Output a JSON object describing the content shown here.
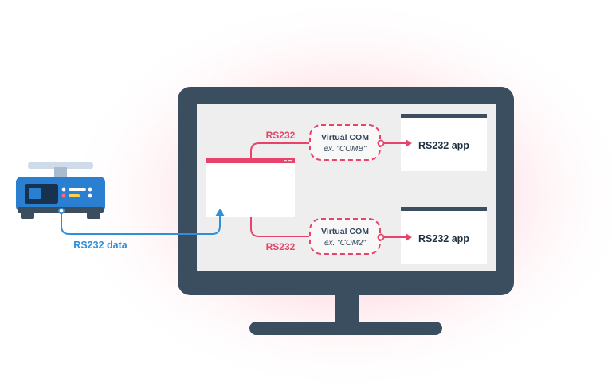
{
  "labels": {
    "rs232_top": "RS232",
    "rs232_bottom": "RS232",
    "rs232_data": "RS232 data"
  },
  "virtual_ports": [
    {
      "title": "Virtual COM",
      "example": "ex. \"COMB\""
    },
    {
      "title": "Virtual COM",
      "example": "ex. \"COM2\""
    }
  ],
  "apps": [
    {
      "label": "RS232 app"
    },
    {
      "label": "RS232 app"
    }
  ],
  "colors": {
    "accent_pink": "#e8436a",
    "monitor_frame": "#3a4e60",
    "screen_bg": "#eeeeee",
    "data_line_blue": "#2f8fd8",
    "scale_body": "#2a7fd0"
  },
  "icons": {
    "device": "scale-icon",
    "monitor": "monitor-icon"
  }
}
